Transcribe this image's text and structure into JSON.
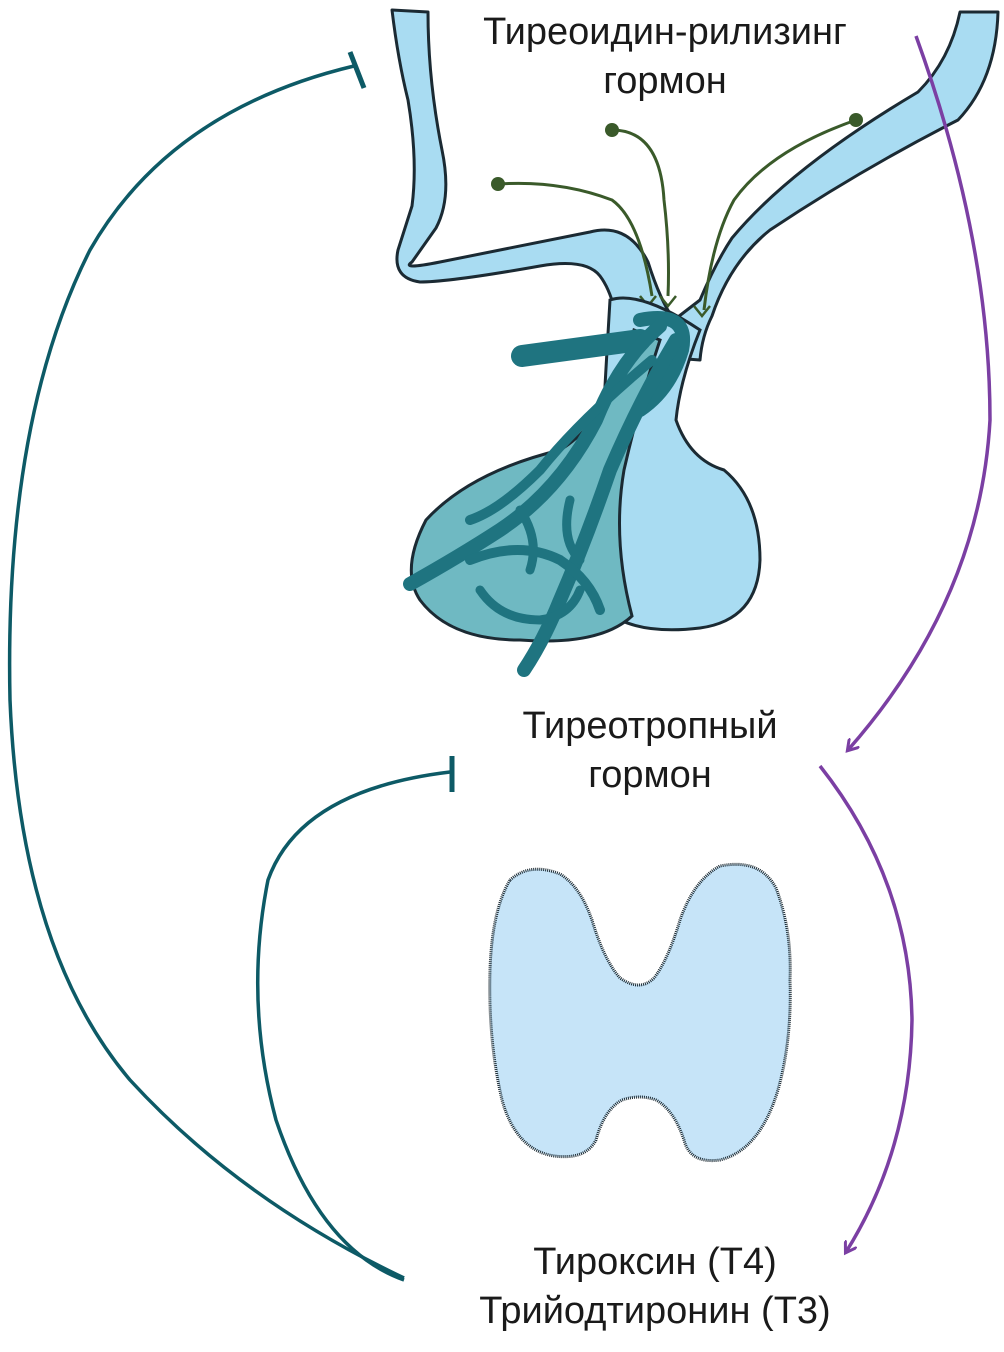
{
  "labels": {
    "trh_line1": "Тиреоидин-рилизинг",
    "trh_line2": "гормон",
    "tsh_line1": "Тиреотропный",
    "tsh_line2": "гормон",
    "t4": "Тироксин (Т4)",
    "t3": "Трийодтиронин (Т3)"
  },
  "colors": {
    "stimulation_arrow": "#7b3fa3",
    "inhibition_line": "#0d5a66",
    "light_tissue": "#a9dcf2",
    "dark_tissue": "#2e8a94",
    "vessel": "#1f7480",
    "neuron": "#3a5a2a",
    "outline": "#1b2a33"
  }
}
